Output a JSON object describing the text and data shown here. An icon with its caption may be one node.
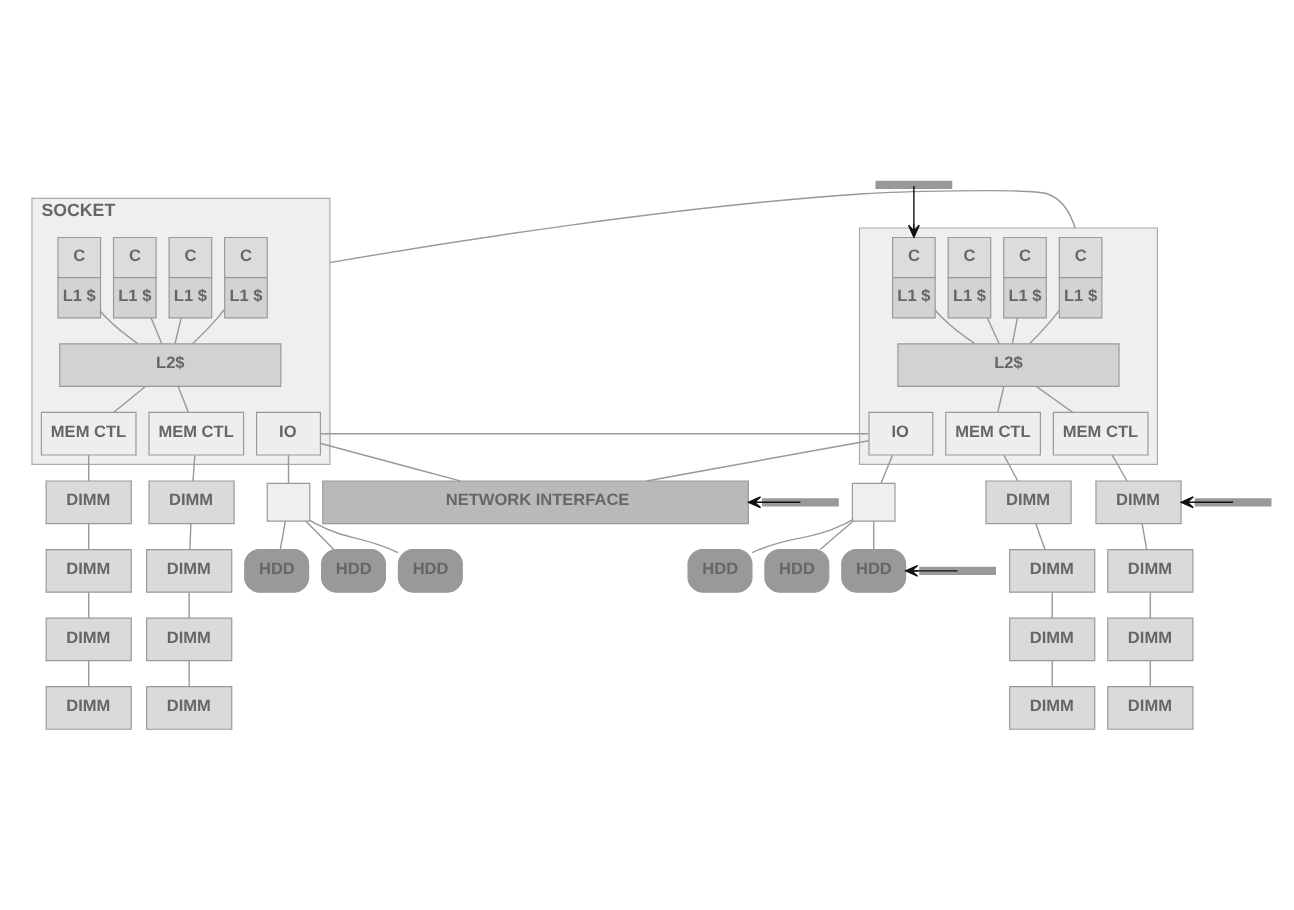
{
  "diagram": {
    "nodes": [
      {
        "text": [
          "SOCKET"
        ]
      },
      {
        "text": [
          "C",
          "L1 $"
        ],
        "in": 0
      },
      {
        "text": [
          "C",
          "L1 $"
        ],
        "in": 0
      },
      {
        "text": [
          "C",
          "L1 $"
        ],
        "in": 0
      },
      {
        "text": [
          "C",
          "L1 $"
        ],
        "in": 0
      },
      {
        "text": [
          "L2$"
        ],
        "in": 0
      },
      {
        "text": [
          "MEM CTL"
        ],
        "in": 0
      },
      {
        "text": [
          "IO"
        ],
        "in": 0
      },
      {
        "text": [
          "MEM CTL"
        ],
        "in": 0
      },
      {
        "text": [],
        "shape": "box"
      },
      {
        "text": [
          "C",
          "L1 $"
        ],
        "in": 9
      },
      {
        "text": [
          "C",
          "L1 $"
        ],
        "in": 9
      },
      {
        "text": [
          "C",
          "L1 $"
        ],
        "in": 9
      },
      {
        "text": [
          "C",
          "L1 $"
        ],
        "in": 9
      },
      {
        "text": [
          "L2$"
        ],
        "in": 9
      },
      {
        "text": [
          "MEM CTL"
        ],
        "in": 9
      },
      {
        "text": [
          "IO"
        ],
        "in": 9
      },
      {
        "text": [
          "MEM CTL"
        ],
        "in": 9
      },
      {
        "text": [
          "DIMM"
        ]
      },
      {
        "text": [
          "DIMM"
        ]
      },
      {
        "text": [
          "DIMM"
        ]
      },
      {
        "text": [
          "DIMM"
        ]
      },
      {
        "text": [
          "DIMM"
        ]
      },
      {
        "text": [
          "DIMM"
        ]
      },
      {
        "text": [
          "DIMM"
        ]
      },
      {
        "text": [
          "DIMM"
        ]
      },
      {
        "text": [],
        "shape": "box"
      },
      {
        "text": [
          "DIMM"
        ]
      },
      {
        "text": [
          "DIMM"
        ]
      },
      {
        "text": [
          "DIMM"
        ]
      },
      {
        "text": [
          "DIMM"
        ]
      },
      {
        "text": [
          "DIMM"
        ]
      },
      {
        "text": [
          "DIMM"
        ]
      },
      {
        "text": [
          "DIMM"
        ]
      },
      {
        "text": [
          "DIMM"
        ]
      },
      {
        "text": [],
        "shape": "box"
      },
      {
        "text": [
          "HDD"
        ]
      },
      {
        "text": [
          "HDD"
        ]
      },
      {
        "text": [
          "HDD"
        ]
      },
      {
        "text": [
          "HDD"
        ]
      },
      {
        "text": [
          "HDD"
        ]
      },
      {
        "text": [
          "HDD"
        ]
      },
      {
        "text": [
          "NETWORK INTERFACE"
        ]
      }
    ],
    "edges": [
      {
        "from": 1,
        "to": 5,
        "arrow": "none"
      },
      {
        "from": 2,
        "to": 5,
        "arrow": "none"
      },
      {
        "from": 3,
        "to": 5,
        "arrow": "none"
      },
      {
        "from": 4,
        "to": 5,
        "arrow": "none"
      },
      {
        "from": 5,
        "to": 6,
        "arrow": "none"
      },
      {
        "from": 5,
        "to": 8,
        "arrow": "none"
      },
      {
        "from": 10,
        "to": 14,
        "arrow": "none"
      },
      {
        "from": 11,
        "to": 14,
        "arrow": "none"
      },
      {
        "from": 12,
        "to": 14,
        "arrow": "none"
      },
      {
        "from": 13,
        "to": 14,
        "arrow": "none"
      },
      {
        "from": 14,
        "to": 15,
        "arrow": "none"
      },
      {
        "from": 14,
        "to": 17,
        "arrow": "none"
      },
      {
        "from": 0,
        "to": 9,
        "arrow": "none"
      },
      {
        "from": 6,
        "to": 18,
        "arrow": "none"
      },
      {
        "from": 18,
        "to": 19,
        "arrow": "none"
      },
      {
        "from": 19,
        "to": 20,
        "arrow": "none"
      },
      {
        "from": 20,
        "to": 21,
        "arrow": "none"
      },
      {
        "from": 8,
        "to": 22,
        "arrow": "none"
      },
      {
        "from": 22,
        "to": 23,
        "arrow": "none"
      },
      {
        "from": 23,
        "to": 24,
        "arrow": "none"
      },
      {
        "from": 24,
        "to": 25,
        "arrow": "none"
      },
      {
        "from": 7,
        "to": 26,
        "arrow": "none"
      },
      {
        "from": 15,
        "to": 27,
        "arrow": "none"
      },
      {
        "from": 27,
        "to": 28,
        "arrow": "none"
      },
      {
        "from": 28,
        "to": 29,
        "arrow": "none"
      },
      {
        "from": 29,
        "to": 30,
        "arrow": "none"
      },
      {
        "from": 17,
        "to": 31,
        "arrow": "none"
      },
      {
        "from": 31,
        "to": 32,
        "arrow": "none"
      },
      {
        "from": 32,
        "to": 33,
        "arrow": "none"
      },
      {
        "from": 33,
        "to": 34,
        "arrow": "none"
      },
      {
        "from": 16,
        "to": 35,
        "arrow": "none"
      },
      {
        "from": 26,
        "to": 36,
        "arrow": "none"
      },
      {
        "from": 26,
        "to": 37,
        "arrow": "none"
      },
      {
        "from": 26,
        "to": 38,
        "arrow": "none"
      },
      {
        "from": 35,
        "to": 39,
        "arrow": "none"
      },
      {
        "from": 35,
        "to": 40,
        "arrow": "none"
      },
      {
        "from": 35,
        "to": 41,
        "arrow": "none"
      },
      {
        "from": 7,
        "to": 16,
        "arrow": "none"
      },
      {
        "from": 7,
        "to": 42,
        "arrow": "none"
      },
      {
        "from": 16,
        "to": 42,
        "arrow": "none"
      },
      {
        "from": null,
        "to": 13,
        "arrow": "to",
        "color": "#111111"
      },
      {
        "from": null,
        "to": 31,
        "arrow": "to",
        "color": "#111111"
      },
      {
        "from": null,
        "to": 41,
        "arrow": "to",
        "color": "#111111"
      },
      {
        "from": null,
        "to": 42,
        "arrow": "to",
        "color": "#111111"
      }
    ]
  }
}
